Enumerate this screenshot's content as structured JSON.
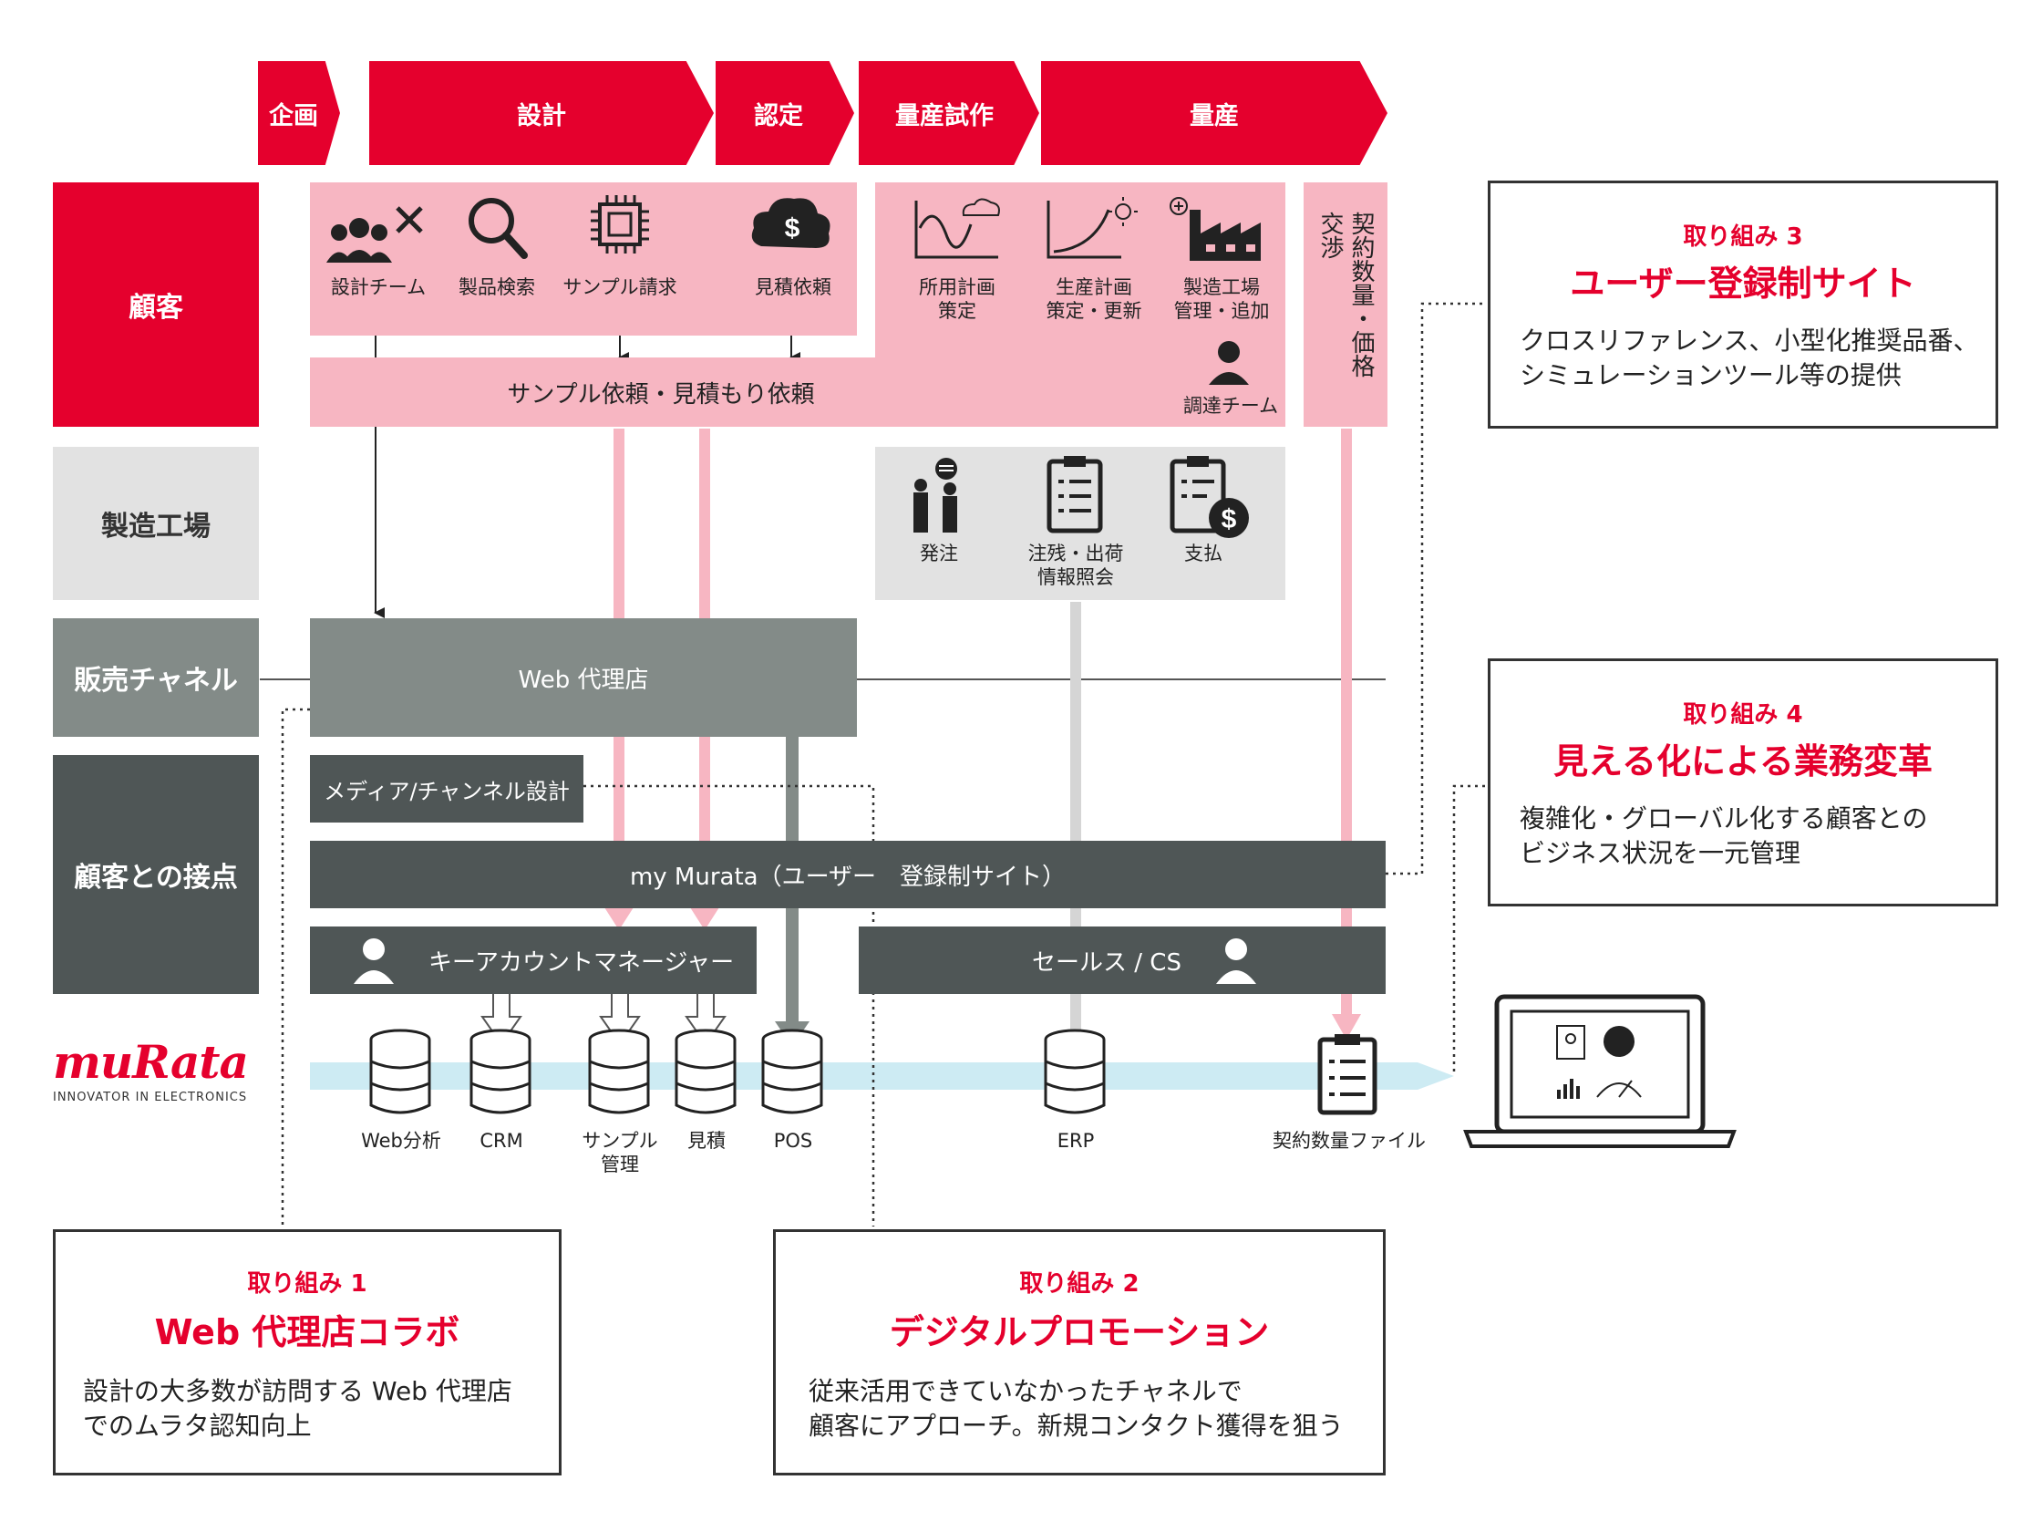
{
  "phases": [
    "企画",
    "設計",
    "認定",
    "量産試作",
    "量産"
  ],
  "rows": {
    "customer": "顧客",
    "factory": "製造工場",
    "channel": "販売チャネル",
    "contact": "顧客との接点"
  },
  "customer_icons": [
    {
      "icon": "design-team-icon",
      "label": "設計チーム"
    },
    {
      "icon": "search-icon",
      "label": "製品検索"
    },
    {
      "icon": "chip-icon",
      "label": "サンプル請求"
    },
    {
      "icon": "dollar-cloud-icon",
      "label": "見積依頼"
    },
    {
      "icon": "chart-weather-icon",
      "label": "所用計画\n策定"
    },
    {
      "icon": "growth-chart-icon",
      "label": "生産計画\n策定・更新"
    },
    {
      "icon": "factory-icon",
      "label": "製造工場\n管理・追加"
    }
  ],
  "procurement_team": "調達チーム",
  "sample_request_bar": "サンプル依頼・見積もり依頼",
  "contract_negotiation": "契約数量・価格交渉",
  "factory_icons": [
    {
      "icon": "people-chat-icon",
      "label": "発注"
    },
    {
      "icon": "clipboard-icon",
      "label": "注残・出荷\n情報照会"
    },
    {
      "icon": "clipboard-dollar-icon",
      "label": "支払"
    }
  ],
  "web_agency": "Web 代理店",
  "media_design": "メディア/チャンネル設計",
  "my_murata": "my Murata（ユーザー　登録制サイト）",
  "key_account": "キーアカウントマネージャー",
  "sales_cs": "セールス / CS",
  "logo": {
    "name": "muRata",
    "tagline": "INNOVATOR IN ELECTRONICS"
  },
  "databases": [
    "Web分析",
    "CRM",
    "サンプル\n管理",
    "見積",
    "POS",
    "ERP"
  ],
  "contract_file": "契約数量ファイル",
  "initiatives": [
    {
      "kicker": "取り組み 1",
      "title": "Web 代理店コラボ",
      "body": "設計の大多数が訪問する Web 代理店\nでのムラタ認知向上"
    },
    {
      "kicker": "取り組み 2",
      "title": "デジタルプロモーション",
      "body": "従来活用できていなかったチャネルで\n顧客にアプローチ。新規コンタクト獲得を狙う"
    },
    {
      "kicker": "取り組み 3",
      "title": "ユーザー登録制サイト",
      "body": "クロスリファレンス、小型化推奨品番、\nシミュレーションツール等の提供"
    },
    {
      "kicker": "取り組み 4",
      "title": "見える化による業務変革",
      "body": "複雑化・グローバル化する顧客との\nビジネス状況を一元管理"
    }
  ],
  "colors": {
    "red": "#e5002d",
    "pink": "#f7b6c2",
    "light_gray": "#e2e2e2",
    "mid_gray": "#838b88",
    "dark_gray": "#4f5656",
    "light_blue": "#cdebf3"
  }
}
